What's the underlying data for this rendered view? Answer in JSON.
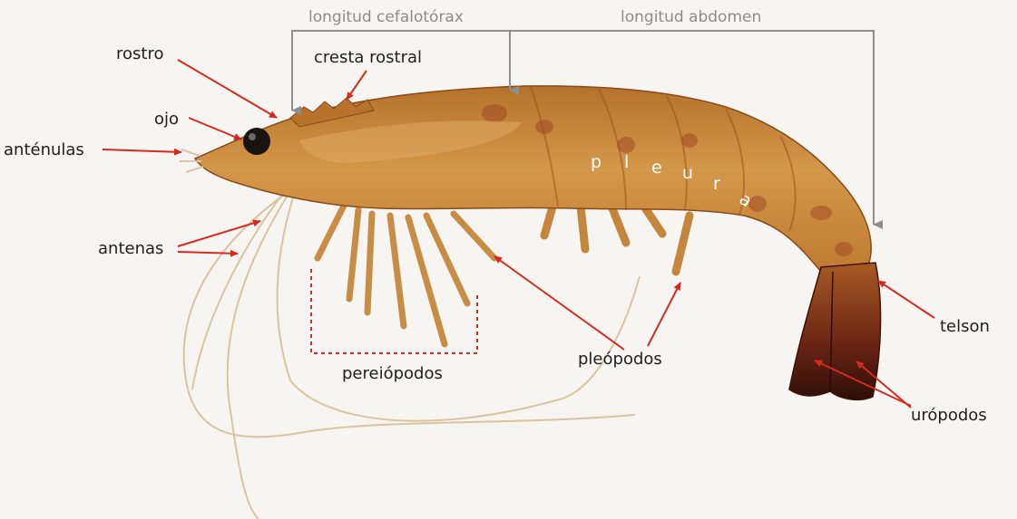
{
  "labels": {
    "longitud_cefalotorax": "longitud cefalotórax",
    "longitud_abdomen": "longitud abdomen",
    "rostro": "rostro",
    "cresta_rostral": "cresta rostral",
    "ojo": "ojo",
    "antenulas": "anténulas",
    "antenas": "antenas",
    "pereiopodos": "pereiópodos",
    "pleopodos": "pleópodos",
    "telson": "telson",
    "uropodos": "urópodos",
    "pleura": "pleura"
  },
  "colors": {
    "background": "#f7f5f2",
    "arrow_red": "#d62a20",
    "measure_gray": "#8e8e8e",
    "shrimp_body": "#c98a36",
    "shrimp_dark": "#a25a22",
    "tail_dark": "#4a1a10"
  }
}
